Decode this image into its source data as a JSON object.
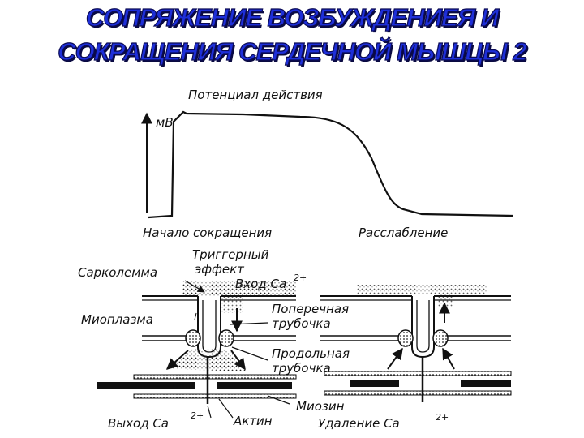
{
  "title": {
    "line1": "СОПРЯЖЕНИЕ ВОЗБУЖДЕНИЕЯ И",
    "line2": "СОКРАЩЕНИЯ СЕРДЕЧНОЙ МЫШЦЫ  2"
  },
  "graph": {
    "caption": "Потенциал действия",
    "y_unit": "мВ",
    "label_start": "Начало сокращения",
    "label_relax": "Расслабление"
  },
  "labels": {
    "sarcolemma": "Сарколемма",
    "trigger_line1": "Триггерный",
    "trigger_line2": "эффект",
    "ca_entry": "Вход Са",
    "myoplasm": "Миоплазма",
    "t_tubule_line1": "Поперечная",
    "t_tubule_line2": "трубочка",
    "l_tubule_line1": "Продольная",
    "l_tubule_line2": "трубочка",
    "myosin": "Миозин",
    "actin": "Актин",
    "ca_exit": "Выход Са",
    "ca_removal": "Удаление Са",
    "charge": "2+"
  },
  "colors": {
    "title_fill": "#1e2fd8",
    "ink": "#111111"
  }
}
